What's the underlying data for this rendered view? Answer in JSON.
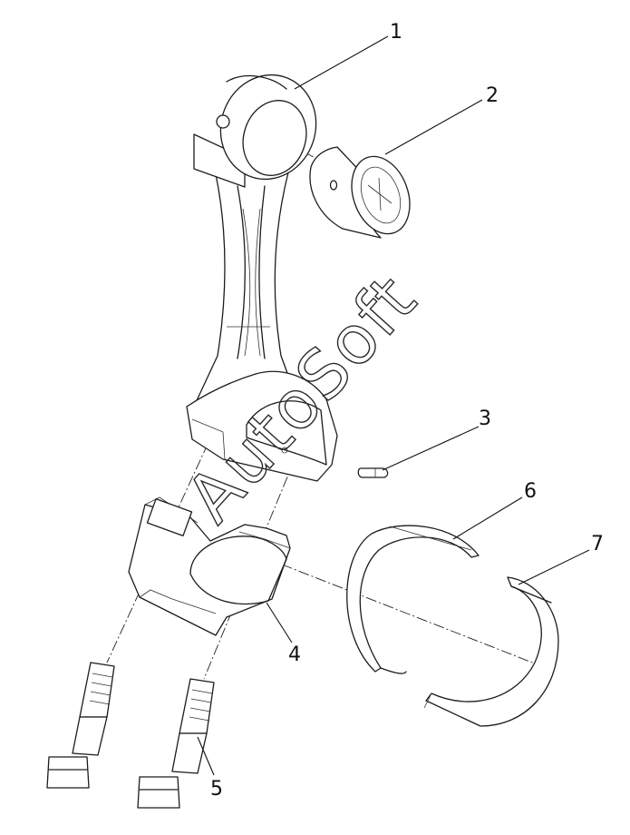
{
  "watermark": "AutoSoft",
  "callouts": [
    {
      "id": "1",
      "label": "1"
    },
    {
      "id": "2",
      "label": "2"
    },
    {
      "id": "3",
      "label": "3"
    },
    {
      "id": "4",
      "label": "4"
    },
    {
      "id": "5",
      "label": "5"
    },
    {
      "id": "6",
      "label": "6"
    },
    {
      "id": "7",
      "label": "7"
    }
  ]
}
